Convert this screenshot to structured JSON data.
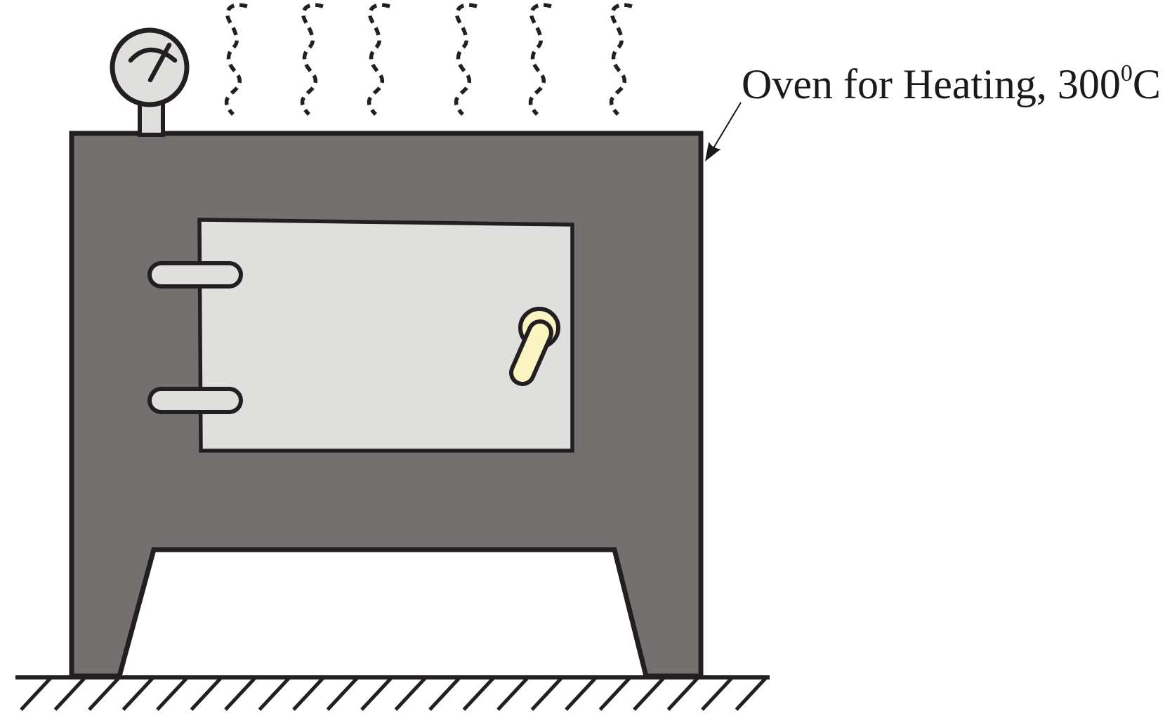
{
  "annotation": {
    "label_text": "Oven for Heating, 300",
    "label_superscript": "0",
    "label_unit": "C"
  },
  "colors": {
    "background": "#ffffff",
    "body": "#737070",
    "panel": "#dfdfde",
    "knob": "#faf5c0",
    "outline": "#231f20",
    "ink": "#1a1a1a"
  },
  "diagram": {
    "heat_waves": {
      "count": 6
    },
    "ground": {
      "hatch_count": 22
    },
    "hinges": {
      "count": 2
    },
    "parts": [
      "temperature-gauge",
      "oven-body",
      "oven-door",
      "door-hinges",
      "door-knob",
      "heat-waves",
      "ground"
    ]
  }
}
